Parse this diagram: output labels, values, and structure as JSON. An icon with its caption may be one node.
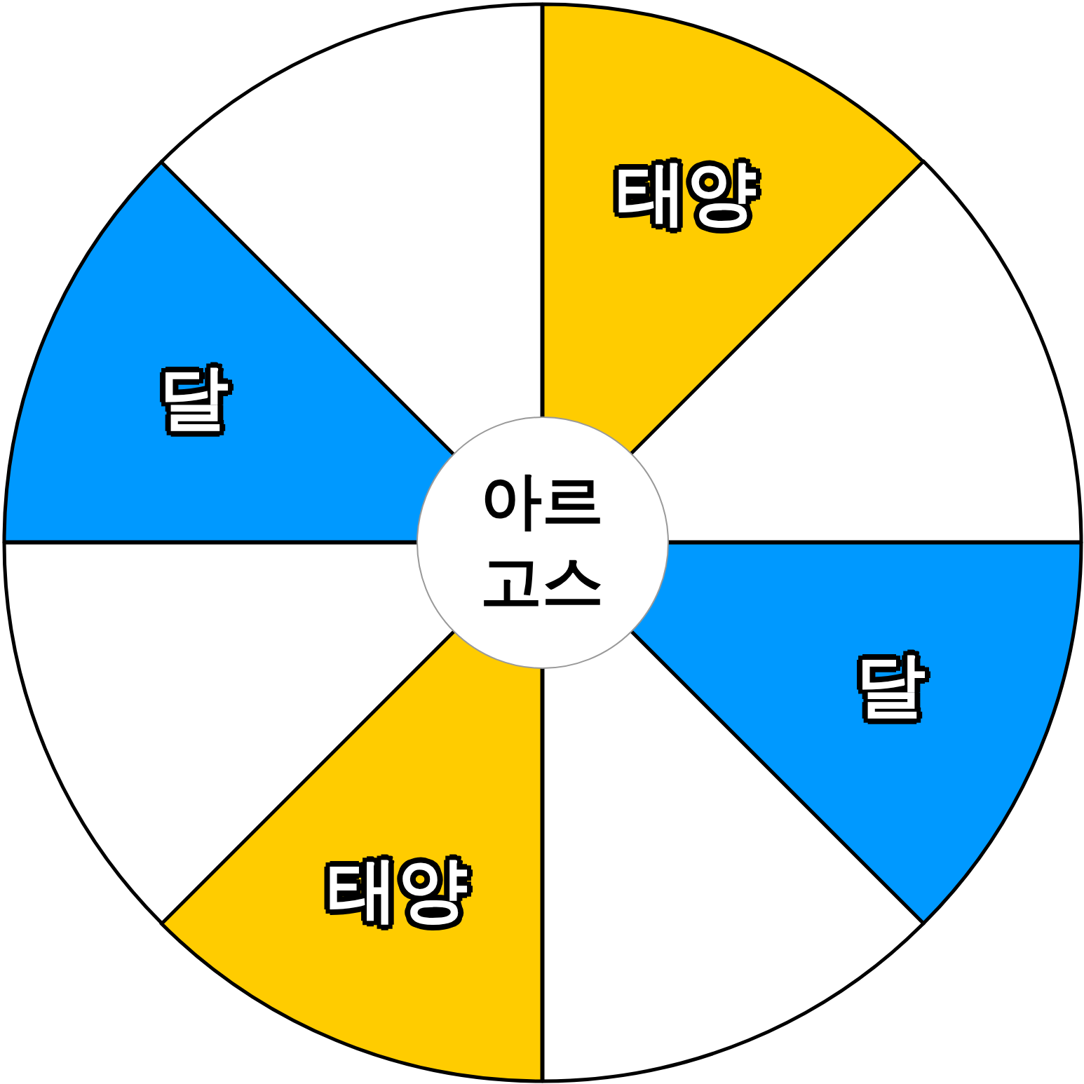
{
  "diagram": {
    "nodes": [
      {
        "text": [
          "아르고스"
        ]
      },
      {
        "text": [
          "태양"
        ]
      },
      {
        "text": [],
        "shape": "sector"
      },
      {
        "text": [
          "달"
        ]
      },
      {
        "text": [],
        "shape": "sector"
      },
      {
        "text": [
          "태양"
        ]
      },
      {
        "text": [],
        "shape": "sector"
      },
      {
        "text": [
          "달"
        ]
      },
      {
        "text": [],
        "shape": "sector"
      }
    ]
  }
}
